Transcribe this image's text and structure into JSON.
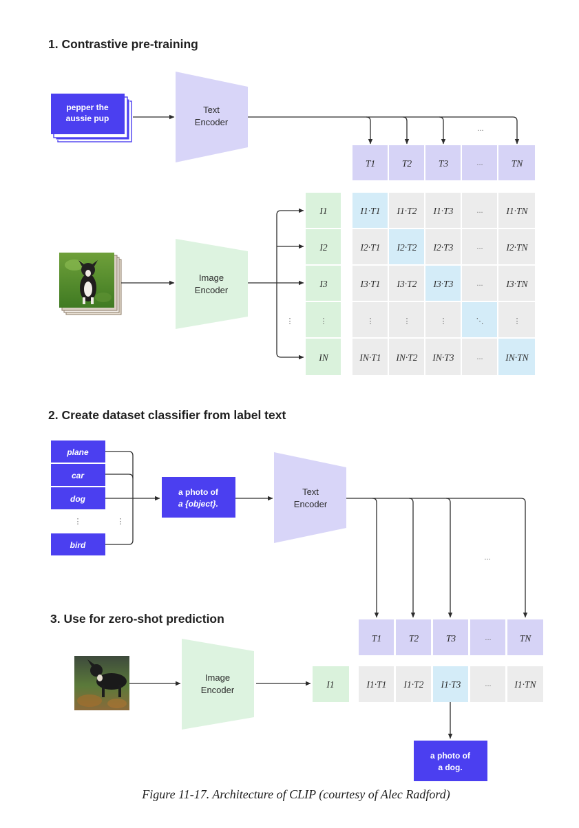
{
  "section1": {
    "title": "1. Contrastive pre-training",
    "text_input": [
      "pepper the",
      "aussie pup"
    ],
    "text_encoder": [
      "Text",
      "Encoder"
    ],
    "image_encoder": [
      "Image",
      "Encoder"
    ],
    "text_features": [
      "T1",
      "T2",
      "T3",
      "...",
      "TN"
    ],
    "image_features": [
      "I1",
      "I2",
      "I3",
      "⋮",
      "IN"
    ],
    "matrix": [
      [
        "I1·T1",
        "I1·T2",
        "I1·T3",
        "...",
        "I1·TN"
      ],
      [
        "I2·T1",
        "I2·T2",
        "I2·T3",
        "...",
        "I2·TN"
      ],
      [
        "I3·T1",
        "I3·T2",
        "I3·T3",
        "...",
        "I3·TN"
      ],
      [
        "⋮",
        "⋮",
        "⋮",
        "⋱",
        "⋮"
      ],
      [
        "IN·T1",
        "IN·T2",
        "IN·T3",
        "...",
        "IN·TN"
      ]
    ],
    "top_dots": "..."
  },
  "section2": {
    "title": "2. Create dataset classifier from label text",
    "labels": [
      "plane",
      "car",
      "dog",
      "⋮",
      "bird"
    ],
    "template": [
      "a photo of",
      "a {object}."
    ],
    "text_encoder": [
      "Text",
      "Encoder"
    ],
    "dots": "..."
  },
  "section3": {
    "title": "3. Use for zero-shot prediction",
    "image_encoder": [
      "Image",
      "Encoder"
    ],
    "image_feature": "I1",
    "text_features": [
      "T1",
      "T2",
      "T3",
      "...",
      "TN"
    ],
    "scores": [
      "I1·T1",
      "I1·T2",
      "I1·T3",
      "...",
      "I1·TN"
    ],
    "result": [
      "a photo of",
      "a dog."
    ]
  },
  "caption": "Figure 11-17. Architecture of CLIP (courtesy of Alec Radford)",
  "colors": {
    "blue_box": "#4b3ff0",
    "text_encoder": "#d8d5f8",
    "image_encoder": "#ddf3e0",
    "t_cell": "#d6d3f6",
    "i_cell": "#daf2dc",
    "matrix_cell": "#ececec",
    "highlight": "#d4ecf8",
    "line": "#2c2c2c"
  }
}
